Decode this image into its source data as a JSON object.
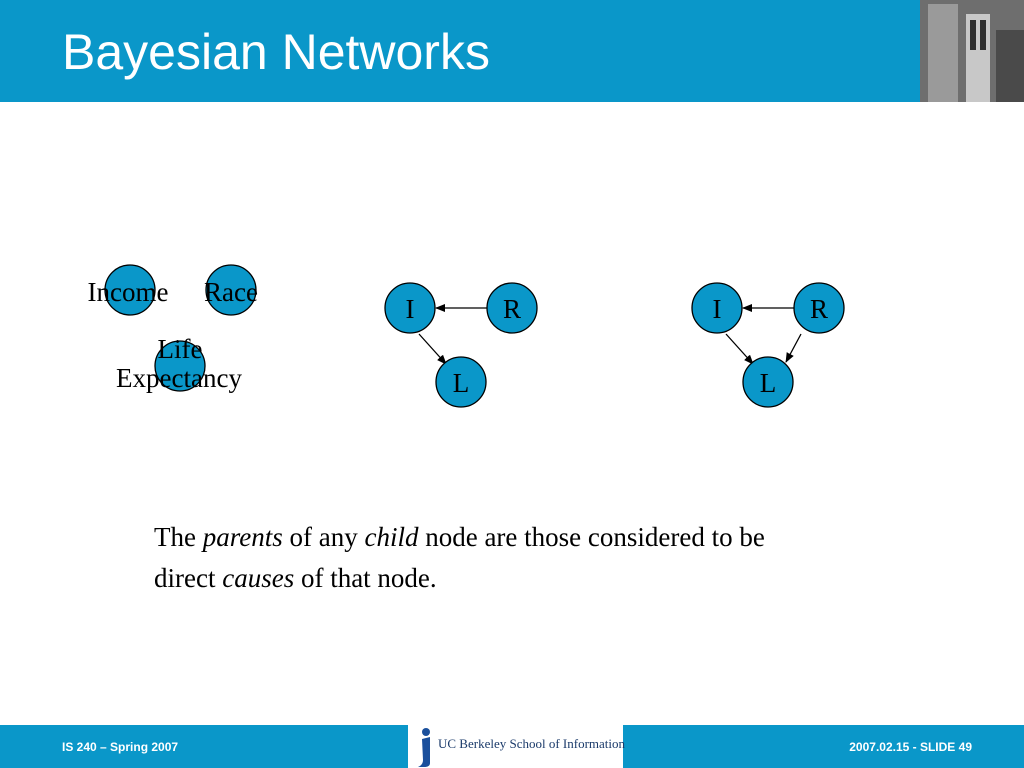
{
  "slide": {
    "title": "Bayesian Networks",
    "body": {
      "p1_a": "The ",
      "p1_em1": "parents",
      "p1_b": " of any ",
      "p1_em2": "child",
      "p1_c": " node are those considered to be",
      "p2_a": "direct ",
      "p2_em": "causes",
      "p2_b": " of  that node."
    },
    "footer": {
      "left": "IS 240 – Spring 2007",
      "right": "2007.02.15 - SLIDE 49",
      "logo_text": "UC Berkeley School of Information"
    }
  },
  "diagram": {
    "labels": {
      "income": "Income",
      "race": "Race",
      "life": "Life",
      "expectancy": "Expectancy",
      "g2_i": "I",
      "g2_r": "R",
      "g2_l": "L",
      "g3_i": "I",
      "g3_r": "R",
      "g3_l": "L"
    }
  },
  "colors": {
    "header": "#0a97c9",
    "node_fill": "#0a97c9",
    "node_stroke": "#000000"
  }
}
